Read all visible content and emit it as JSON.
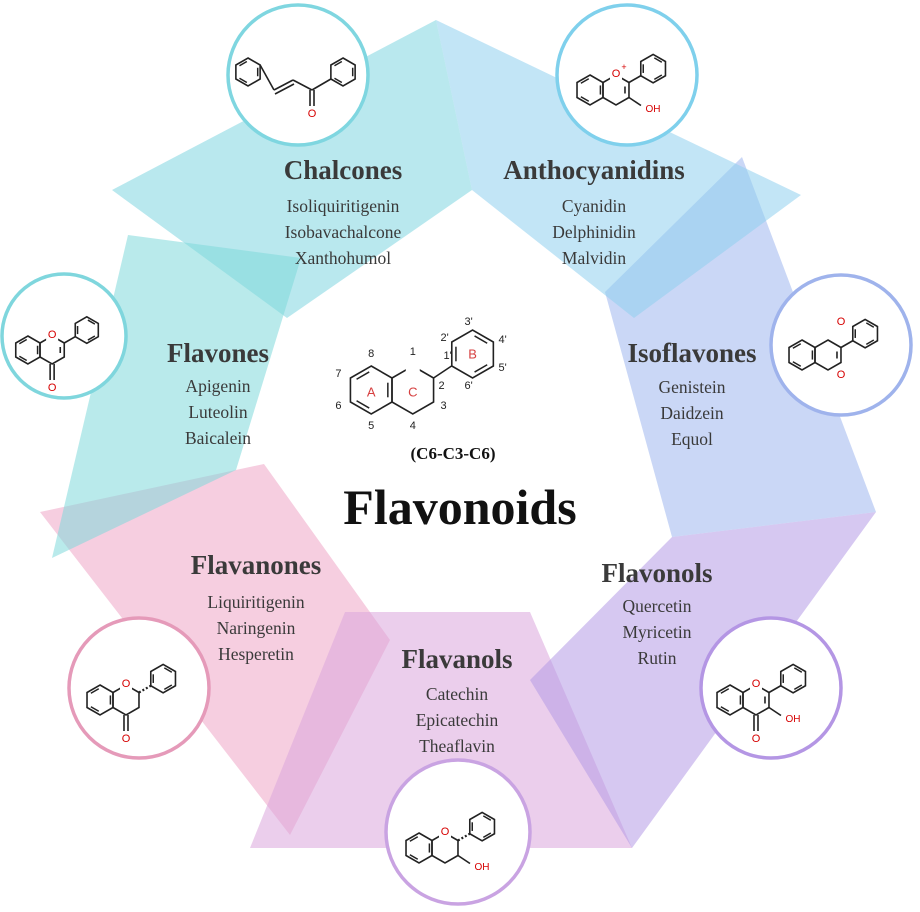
{
  "title": "Flavonoids",
  "core": {
    "formula": "(C6-C3-C6)",
    "ring_labels": [
      "A",
      "C",
      "B"
    ],
    "position_labels": [
      "1",
      "2",
      "3",
      "4",
      "5",
      "6",
      "7",
      "8",
      "1'",
      "2'",
      "3'",
      "4'",
      "5'",
      "6'"
    ]
  },
  "atom_labels": {
    "oxygen": "O",
    "hydroxyl": "OH",
    "cation": "+"
  },
  "classes": [
    {
      "id": "chalcones",
      "name": "Chalcones",
      "examples": [
        "Isoliquiritigenin",
        "Isobavachalcone",
        "Xanthohumol"
      ],
      "color": "#7fd6e0"
    },
    {
      "id": "anthocyanidins",
      "name": "Anthocyanidins",
      "examples": [
        "Cyanidin",
        "Delphinidin",
        "Malvidin"
      ],
      "color": "#8fd0ee"
    },
    {
      "id": "isoflavones",
      "name": "Isoflavones",
      "examples": [
        "Genistein",
        "Daidzein",
        "Equol"
      ],
      "color": "#9fb6ef"
    },
    {
      "id": "flavonols",
      "name": "Flavonols",
      "examples": [
        "Quercetin",
        "Myricetin",
        "Rutin"
      ],
      "color": "#b59ae6"
    },
    {
      "id": "flavanols",
      "name": "Flavanols",
      "examples": [
        "Catechin",
        "Epicatechin",
        "Theaflavin"
      ],
      "color": "#dba5dc"
    },
    {
      "id": "flavanones",
      "name": "Flavanones",
      "examples": [
        "Liquiritigenin",
        "Naringenin",
        "Hesperetin"
      ],
      "color": "#eea5c6"
    },
    {
      "id": "flavones",
      "name": "Flavones",
      "examples": [
        "Apigenin",
        "Luteolin",
        "Baicalein"
      ],
      "color": "#7fd8da"
    }
  ]
}
